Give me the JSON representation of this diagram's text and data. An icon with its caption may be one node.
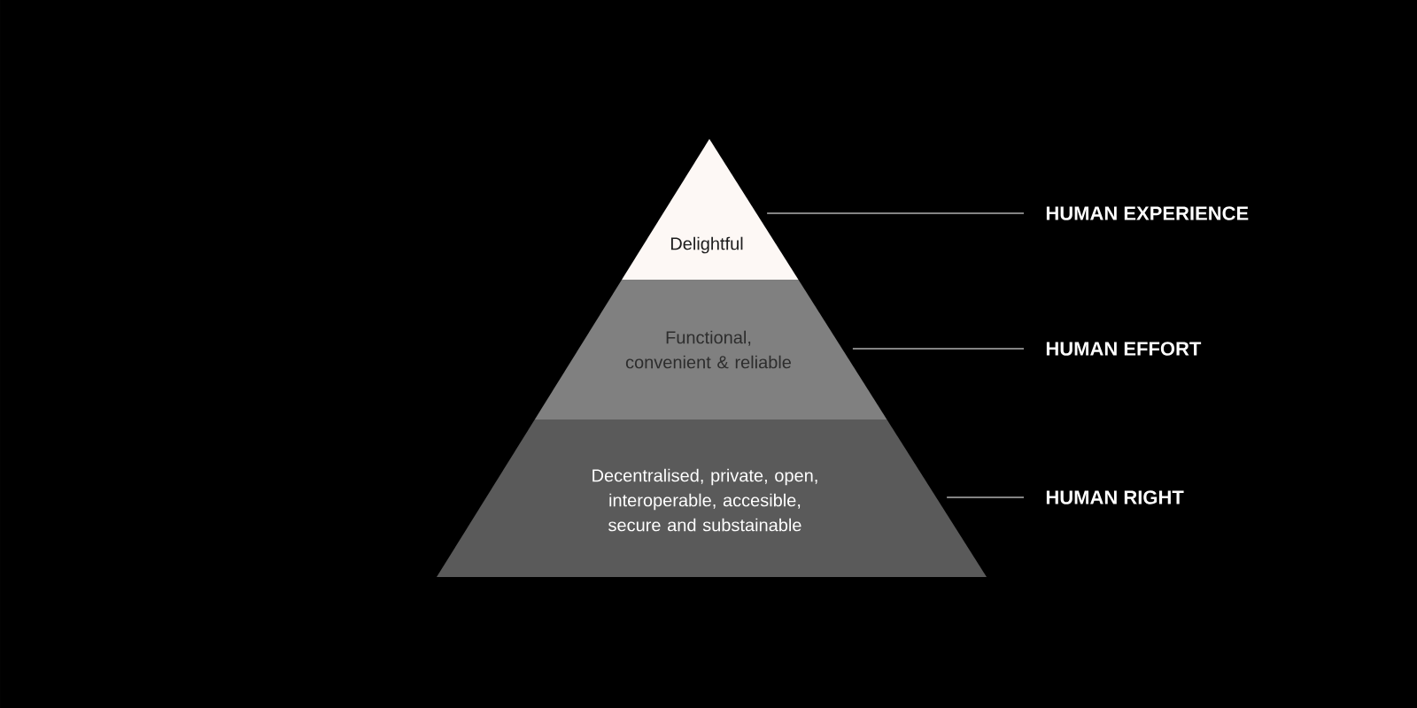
{
  "diagram": {
    "nodes": [
      {
        "text": [
          "Delightful"
        ]
      },
      {
        "text": [
          "Functional, convenient & reliable"
        ]
      },
      {
        "text": [
          "Decentralised, private, open, interoperable, accesible, secure and substainable"
        ]
      },
      {
        "text": [
          "HUMAN EXPERIENCE"
        ]
      },
      {
        "text": [
          "HUMAN EFFORT"
        ]
      },
      {
        "text": [
          "HUMAN RIGHT"
        ]
      }
    ],
    "edges": [
      {
        "from": 3,
        "to": 0,
        "arrow": "none"
      },
      {
        "from": 4,
        "to": 1,
        "arrow": "none"
      },
      {
        "from": 5,
        "to": 2,
        "arrow": "none"
      }
    ]
  }
}
